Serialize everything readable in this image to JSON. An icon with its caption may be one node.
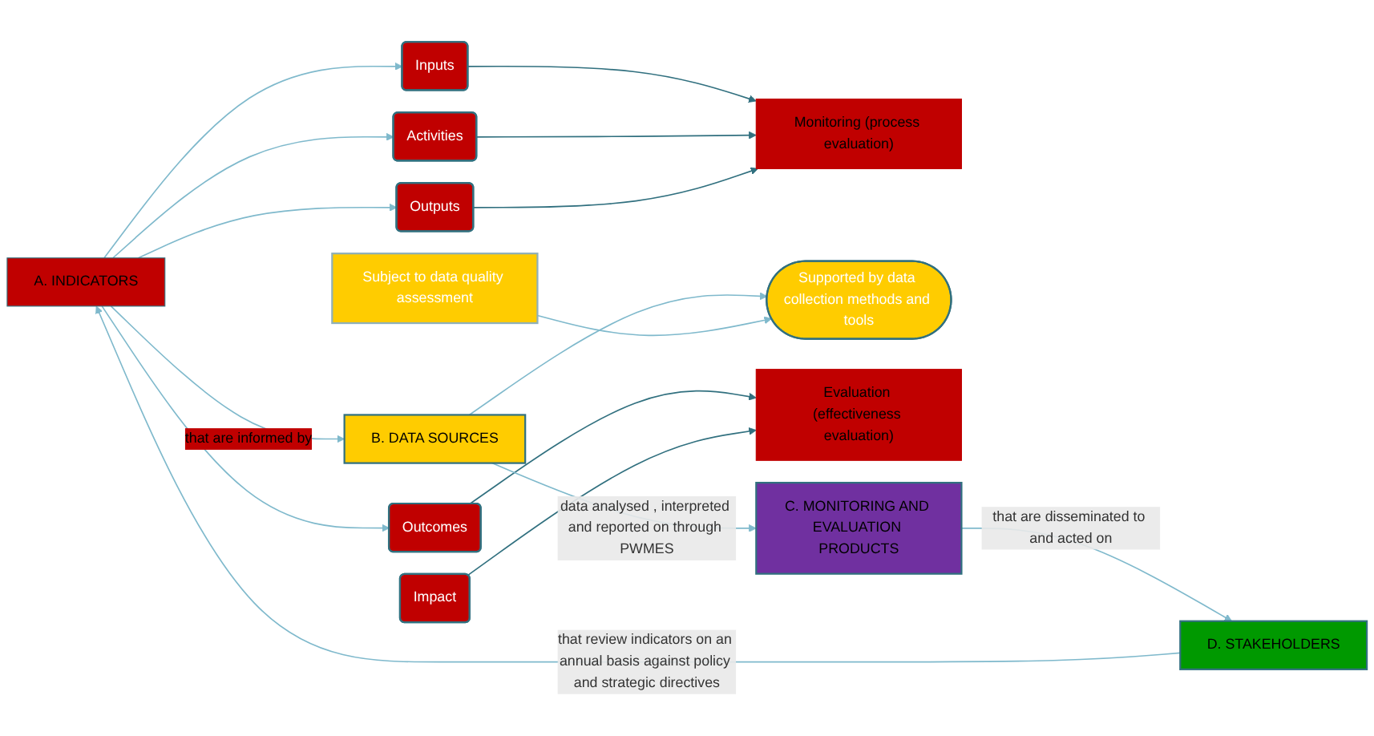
{
  "diagram": {
    "nodes": [
      {
        "text": [
          "A. INDICATORS"
        ]
      },
      {
        "text": [
          "B. DATA SOURCES"
        ]
      },
      {
        "text": [
          "Inputs"
        ]
      },
      {
        "text": [
          "Activities"
        ]
      },
      {
        "text": [
          "Outputs"
        ]
      },
      {
        "text": [
          "Monitoring (process evaluation)"
        ]
      },
      {
        "text": [
          "Supported by data collection methods and tools"
        ]
      },
      {
        "text": [
          "Outcomes"
        ]
      },
      {
        "text": [
          "Impact"
        ]
      },
      {
        "text": [
          "Evaluation (effectiveness evaluation)"
        ]
      },
      {
        "text": [
          "Subject to data quality assessment"
        ]
      },
      {
        "text": [
          "D. STAKEHOLDERS"
        ]
      },
      {
        "text": [
          "C. MONITORING AND EVALUATION PRODUCTS"
        ]
      }
    ],
    "edges": [
      {
        "from": 0,
        "to": 1,
        "arrow": "to",
        "label": "that are informed by"
      },
      {
        "from": 0,
        "to": 2,
        "arrow": "to"
      },
      {
        "from": 0,
        "to": 3,
        "arrow": "to"
      },
      {
        "from": 0,
        "to": 4,
        "arrow": "to"
      },
      {
        "from": 0,
        "to": 7,
        "arrow": "to"
      },
      {
        "from": 2,
        "to": 5,
        "arrow": "to",
        "color": "#31707f"
      },
      {
        "from": 3,
        "to": 5,
        "arrow": "to",
        "color": "#31707f"
      },
      {
        "from": 4,
        "to": 5,
        "arrow": "to",
        "color": "#31707f"
      },
      {
        "from": 7,
        "to": 9,
        "arrow": "to",
        "color": "#31707f"
      },
      {
        "from": 8,
        "to": 9,
        "arrow": "to",
        "color": "#31707f"
      },
      {
        "from": 1,
        "to": 6,
        "arrow": "to"
      },
      {
        "from": 10,
        "to": 6,
        "arrow": "to"
      },
      {
        "from": 1,
        "to": 12,
        "arrow": "to",
        "label": "data analysed , interpreted and reported on through PWMES"
      },
      {
        "from": 12,
        "to": 11,
        "arrow": "to",
        "label": "that are disseminated to and acted on"
      },
      {
        "from": 11,
        "to": 0,
        "arrow": "to",
        "label": "that review indicators on an annual basis against policy and strategic directives"
      }
    ]
  }
}
